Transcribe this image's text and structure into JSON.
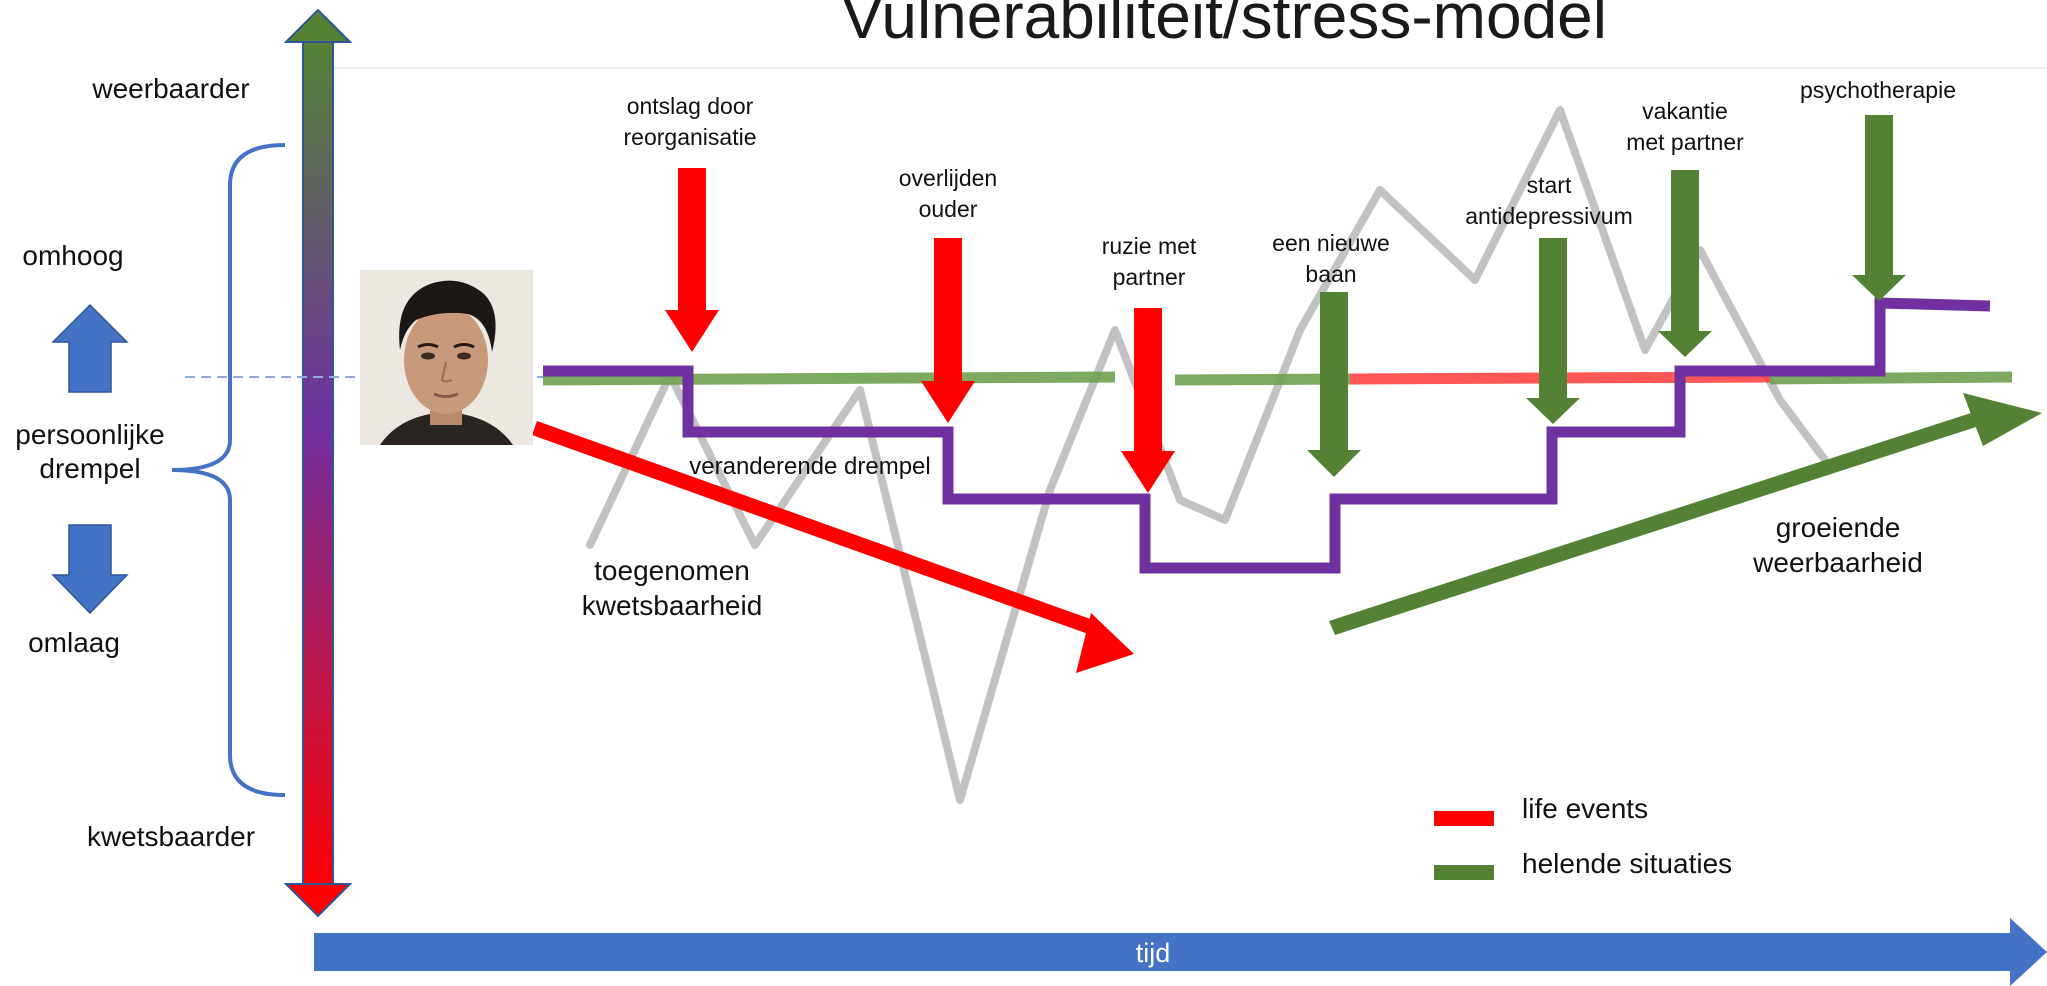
{
  "title": "Vulnerabiliteit/stress-model",
  "axis": {
    "top": "weerbaarder",
    "bottom": "kwetsbaarder",
    "time": "tijd"
  },
  "threshold": {
    "up": "omhoog",
    "label_line1": "persoonlijke",
    "label_line2": "drempel",
    "down": "omlaag",
    "changing": "veranderende drempel"
  },
  "life_events": [
    {
      "line1": "ontslag door",
      "line2": "reorganisatie"
    },
    {
      "line1": "overlijden",
      "line2": "ouder"
    },
    {
      "line1": "ruzie met",
      "line2": "partner"
    }
  ],
  "healing_events": [
    {
      "line1": "een nieuwe",
      "line2": "baan"
    },
    {
      "line1": "start",
      "line2": "antidepressivum"
    },
    {
      "line1": "vakantie",
      "line2": "met partner"
    },
    {
      "line1": "psychotherapie",
      "line2": ""
    }
  ],
  "trends": {
    "vulnerability_line1": "toegenomen",
    "vulnerability_line2": "kwetsbaarheid",
    "resilience_line1": "groeiende",
    "resilience_line2": "weerbaarheid"
  },
  "legend": [
    {
      "label": "life events",
      "color": "#ff0000"
    },
    {
      "label": "helende situaties",
      "color": "#548235"
    }
  ],
  "colors": {
    "life_event": "#ff0000",
    "healing": "#548235",
    "threshold_step": "#7030a0",
    "time_arrow": "#4472c4",
    "stress_line": "#bfbfbf",
    "bracket": "#4472c4"
  }
}
